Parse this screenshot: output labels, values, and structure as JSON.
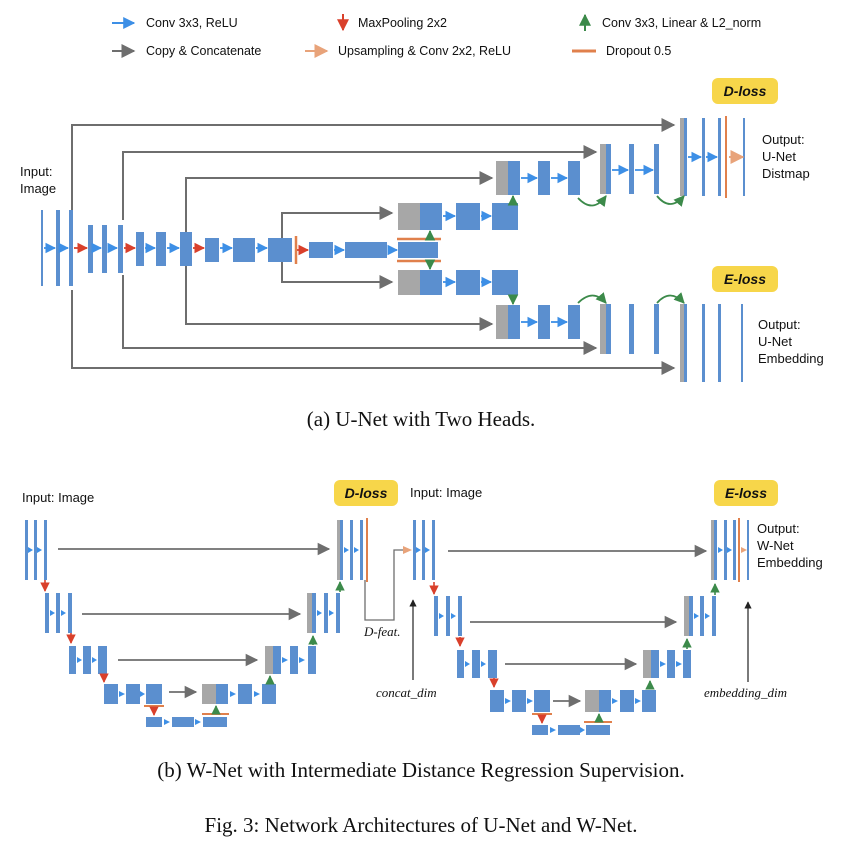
{
  "legend": {
    "conv_relu": "Conv 3x3, ReLU",
    "maxpool": "MaxPooling 2x2",
    "conv_linear": "Conv 3x3, Linear & L2_norm",
    "copy_concat": "Copy & Concatenate",
    "upsampling": "Upsampling & Conv 2x2, ReLU",
    "dropout": "Dropout 0.5"
  },
  "unet": {
    "input_line1": "Input:",
    "input_line2": "Image",
    "top_output": [
      "Output:",
      "U-Net",
      "Distmap"
    ],
    "bottom_output": [
      "Output:",
      "U-Net",
      "Embedding"
    ],
    "d_loss": "D-loss",
    "e_loss": "E-loss",
    "caption": "(a) U-Net with Two Heads."
  },
  "wnet": {
    "left_input": "Input: Image",
    "right_input": "Input: Image",
    "d_loss": "D-loss",
    "e_loss": "E-loss",
    "d_feat": "D-feat.",
    "concat_dim": "concat_dim",
    "embedding_dim": "embedding_dim",
    "output": [
      "Output:",
      "W-Net",
      "Embedding"
    ],
    "caption": "(b) W-Net with Intermediate Distance Regression Supervision."
  },
  "figure_caption": "Fig. 3: Network Architectures of U-Net and W-Net.",
  "colors": {
    "block": "#5b8fcf",
    "gray": "#a7a7a7",
    "conv_arrow": "#3d8fe6",
    "pool_arrow": "#d9402b",
    "linear_arrow": "#3c8a4a",
    "copy_arrow": "#6e6e6e",
    "upsample_arrow": "#e8a37a",
    "dropout": "#e0804c",
    "badge": "#f7d64a"
  }
}
